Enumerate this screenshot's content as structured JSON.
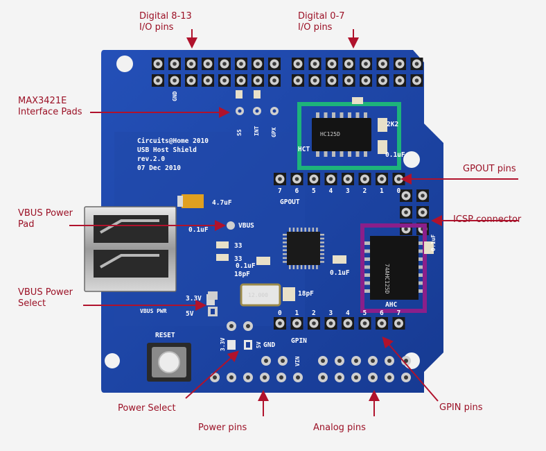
{
  "callouts": {
    "digital_8_13": [
      "Digital 8-13",
      "I/O pins"
    ],
    "digital_0_7": [
      "Digital 0-7",
      "I/O pins"
    ],
    "max3421e": [
      "MAX3421E",
      "Interface Pads"
    ],
    "gpout_pins": [
      "GPOUT pins"
    ],
    "vbus_power_pad": [
      "VBUS Power",
      "Pad"
    ],
    "icsp": [
      "ICSP connector"
    ],
    "vbus_power_select": [
      "VBUS Power",
      "Select"
    ],
    "power_select": [
      "Power Select"
    ],
    "power_pins": [
      "Power pins"
    ],
    "analog_pins": [
      "Analog pins"
    ],
    "gpin_pins": [
      "GPIN pins"
    ]
  },
  "silkscreen": {
    "title_lines": [
      "Circuits@Home 2010",
      "USB Host Shield",
      "rev.2.0",
      "07 Dec 2010"
    ],
    "gnd_top": "GND",
    "ss": "SS",
    "int": "INT",
    "gpx": "GPX",
    "gpout": "GPOUT",
    "gpout_numbers": [
      "7",
      "6",
      "5",
      "4",
      "3",
      "2",
      "1",
      "0"
    ],
    "gpin": "GPIN",
    "gpin_numbers": [
      "0",
      "1",
      "2",
      "3",
      "4",
      "5",
      "6",
      "7"
    ],
    "vbus": "VBUS",
    "cap_4_7uf": "4.7uF",
    "cap_0_1uf_a": "0.1uF",
    "res_33_a": "33",
    "res_33_b": "33",
    "cap_0_1uf_b": "0.1uF",
    "cap_18pf_a": "18pF",
    "cap_18pf_b": "18pF",
    "cap_0_1uf_c": "0.1uF",
    "cap_0_1uf_d": "0.1uF",
    "cap_0_1uf_e": "0.1uF",
    "res_2k2": "2K2",
    "hct": "HCT",
    "ahc": "AHC",
    "v3_3_a": "3.3V",
    "v5_a": "5V",
    "vbus_pwr": "VBUS PWR",
    "v3_3_b": "3.3V",
    "v5_b": "5V",
    "gnd_power": "GND",
    "vin": "VIN",
    "reset": "RESET",
    "crystal": "12.000"
  },
  "colors": {
    "board": "#1b3f9c",
    "callout_text": "#9b1025",
    "arrow": "#b0122c",
    "green_box": "#1db37a",
    "purple_box": "#8a1f8a"
  }
}
